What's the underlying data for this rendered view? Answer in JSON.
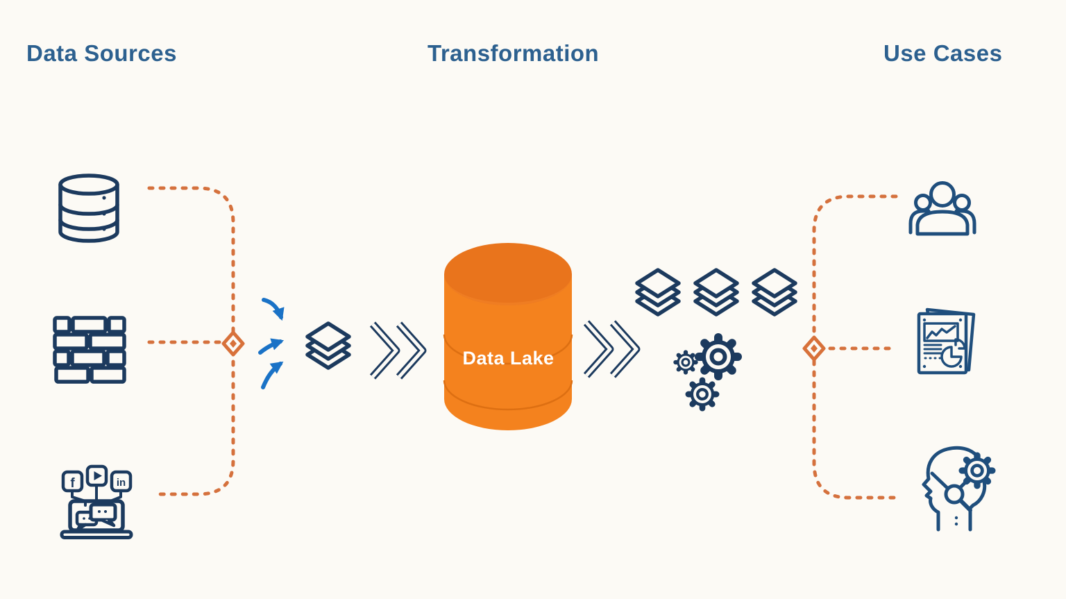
{
  "background": "#fcfaf5",
  "colors": {
    "title_blue": "#2c608f",
    "icon_navy": "#1c3a5e",
    "icon_blue_right": "#1f4e7c",
    "arrow_blue": "#1a72c6",
    "connector_orange": "#d5713d",
    "node_orange": "#d8713a",
    "lake_body_orange": "#f4821e",
    "lake_top_orange": "#e9741c",
    "lake_label_color": "#ffffff"
  },
  "header": {
    "data_sources": "Data Sources",
    "transformation": "Transformation",
    "use_cases": "Use Cases"
  },
  "data_lake": {
    "label": "Data Lake"
  },
  "data_sources": {
    "icons": [
      "database-icon",
      "brick-wall-icon",
      "social-media-laptop-icon"
    ],
    "social_badges": {
      "facebook_label": "f",
      "youtube_badge": "play-icon",
      "linkedin_label": "in"
    }
  },
  "pipeline": {
    "icons": [
      "ingest-arrows-icon",
      "layers-stack-icon",
      "double-chevron-icon",
      "data-lake-cylinder",
      "double-chevron-icon",
      "layers-stack-icon",
      "layers-stack-icon",
      "layers-stack-icon",
      "gears-icon"
    ]
  },
  "use_cases": {
    "icons": [
      "people-group-icon",
      "analytics-report-icon",
      "ai-head-gear-icon"
    ]
  }
}
